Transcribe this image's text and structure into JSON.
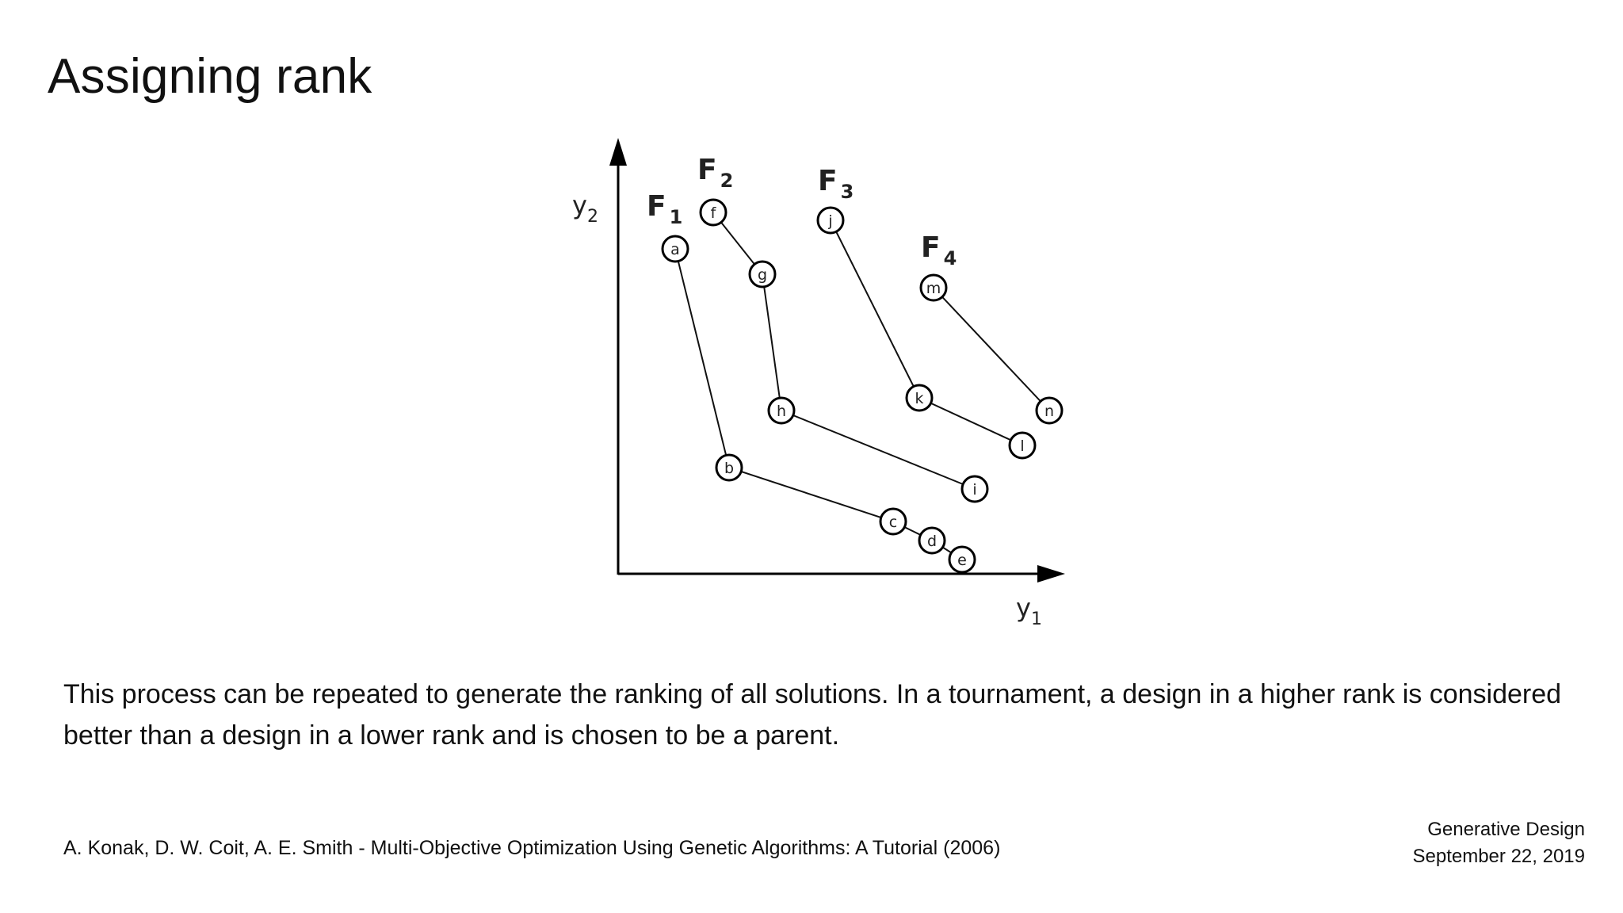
{
  "slide": {
    "title": "Assigning rank",
    "body": "This process can be repeated to generate the ranking of all solutions. In a tournament, a design in a higher rank is considered better than a design in a lower rank and is chosen to be a parent.",
    "citation": "A. Konak, D. W. Coit, A. E. Smith - Multi-Objective Optimization Using Genetic Algorithms: A Tutorial (2006)",
    "footer_course": "Generative Design",
    "footer_date": "September 22, 2019"
  },
  "diagram": {
    "axes": {
      "y_axis": {
        "base": "y",
        "sub": "2"
      },
      "x_axis": {
        "base": "y",
        "sub": "1"
      }
    },
    "fronts": [
      {
        "base": "F",
        "sub": "1",
        "points": [
          "a",
          "b",
          "c",
          "d",
          "e"
        ]
      },
      {
        "base": "F",
        "sub": "2",
        "points": [
          "f",
          "g",
          "h",
          "i"
        ]
      },
      {
        "base": "F",
        "sub": "3",
        "points": [
          "j",
          "k",
          "l"
        ]
      },
      {
        "base": "F",
        "sub": "4",
        "points": [
          "m",
          "n"
        ]
      }
    ],
    "points": {
      "a": "a",
      "b": "b",
      "c": "c",
      "d": "d",
      "e": "e",
      "f": "f",
      "g": "g",
      "h": "h",
      "i": "i",
      "j": "j",
      "k": "k",
      "l": "l",
      "m": "m",
      "n": "n"
    }
  }
}
